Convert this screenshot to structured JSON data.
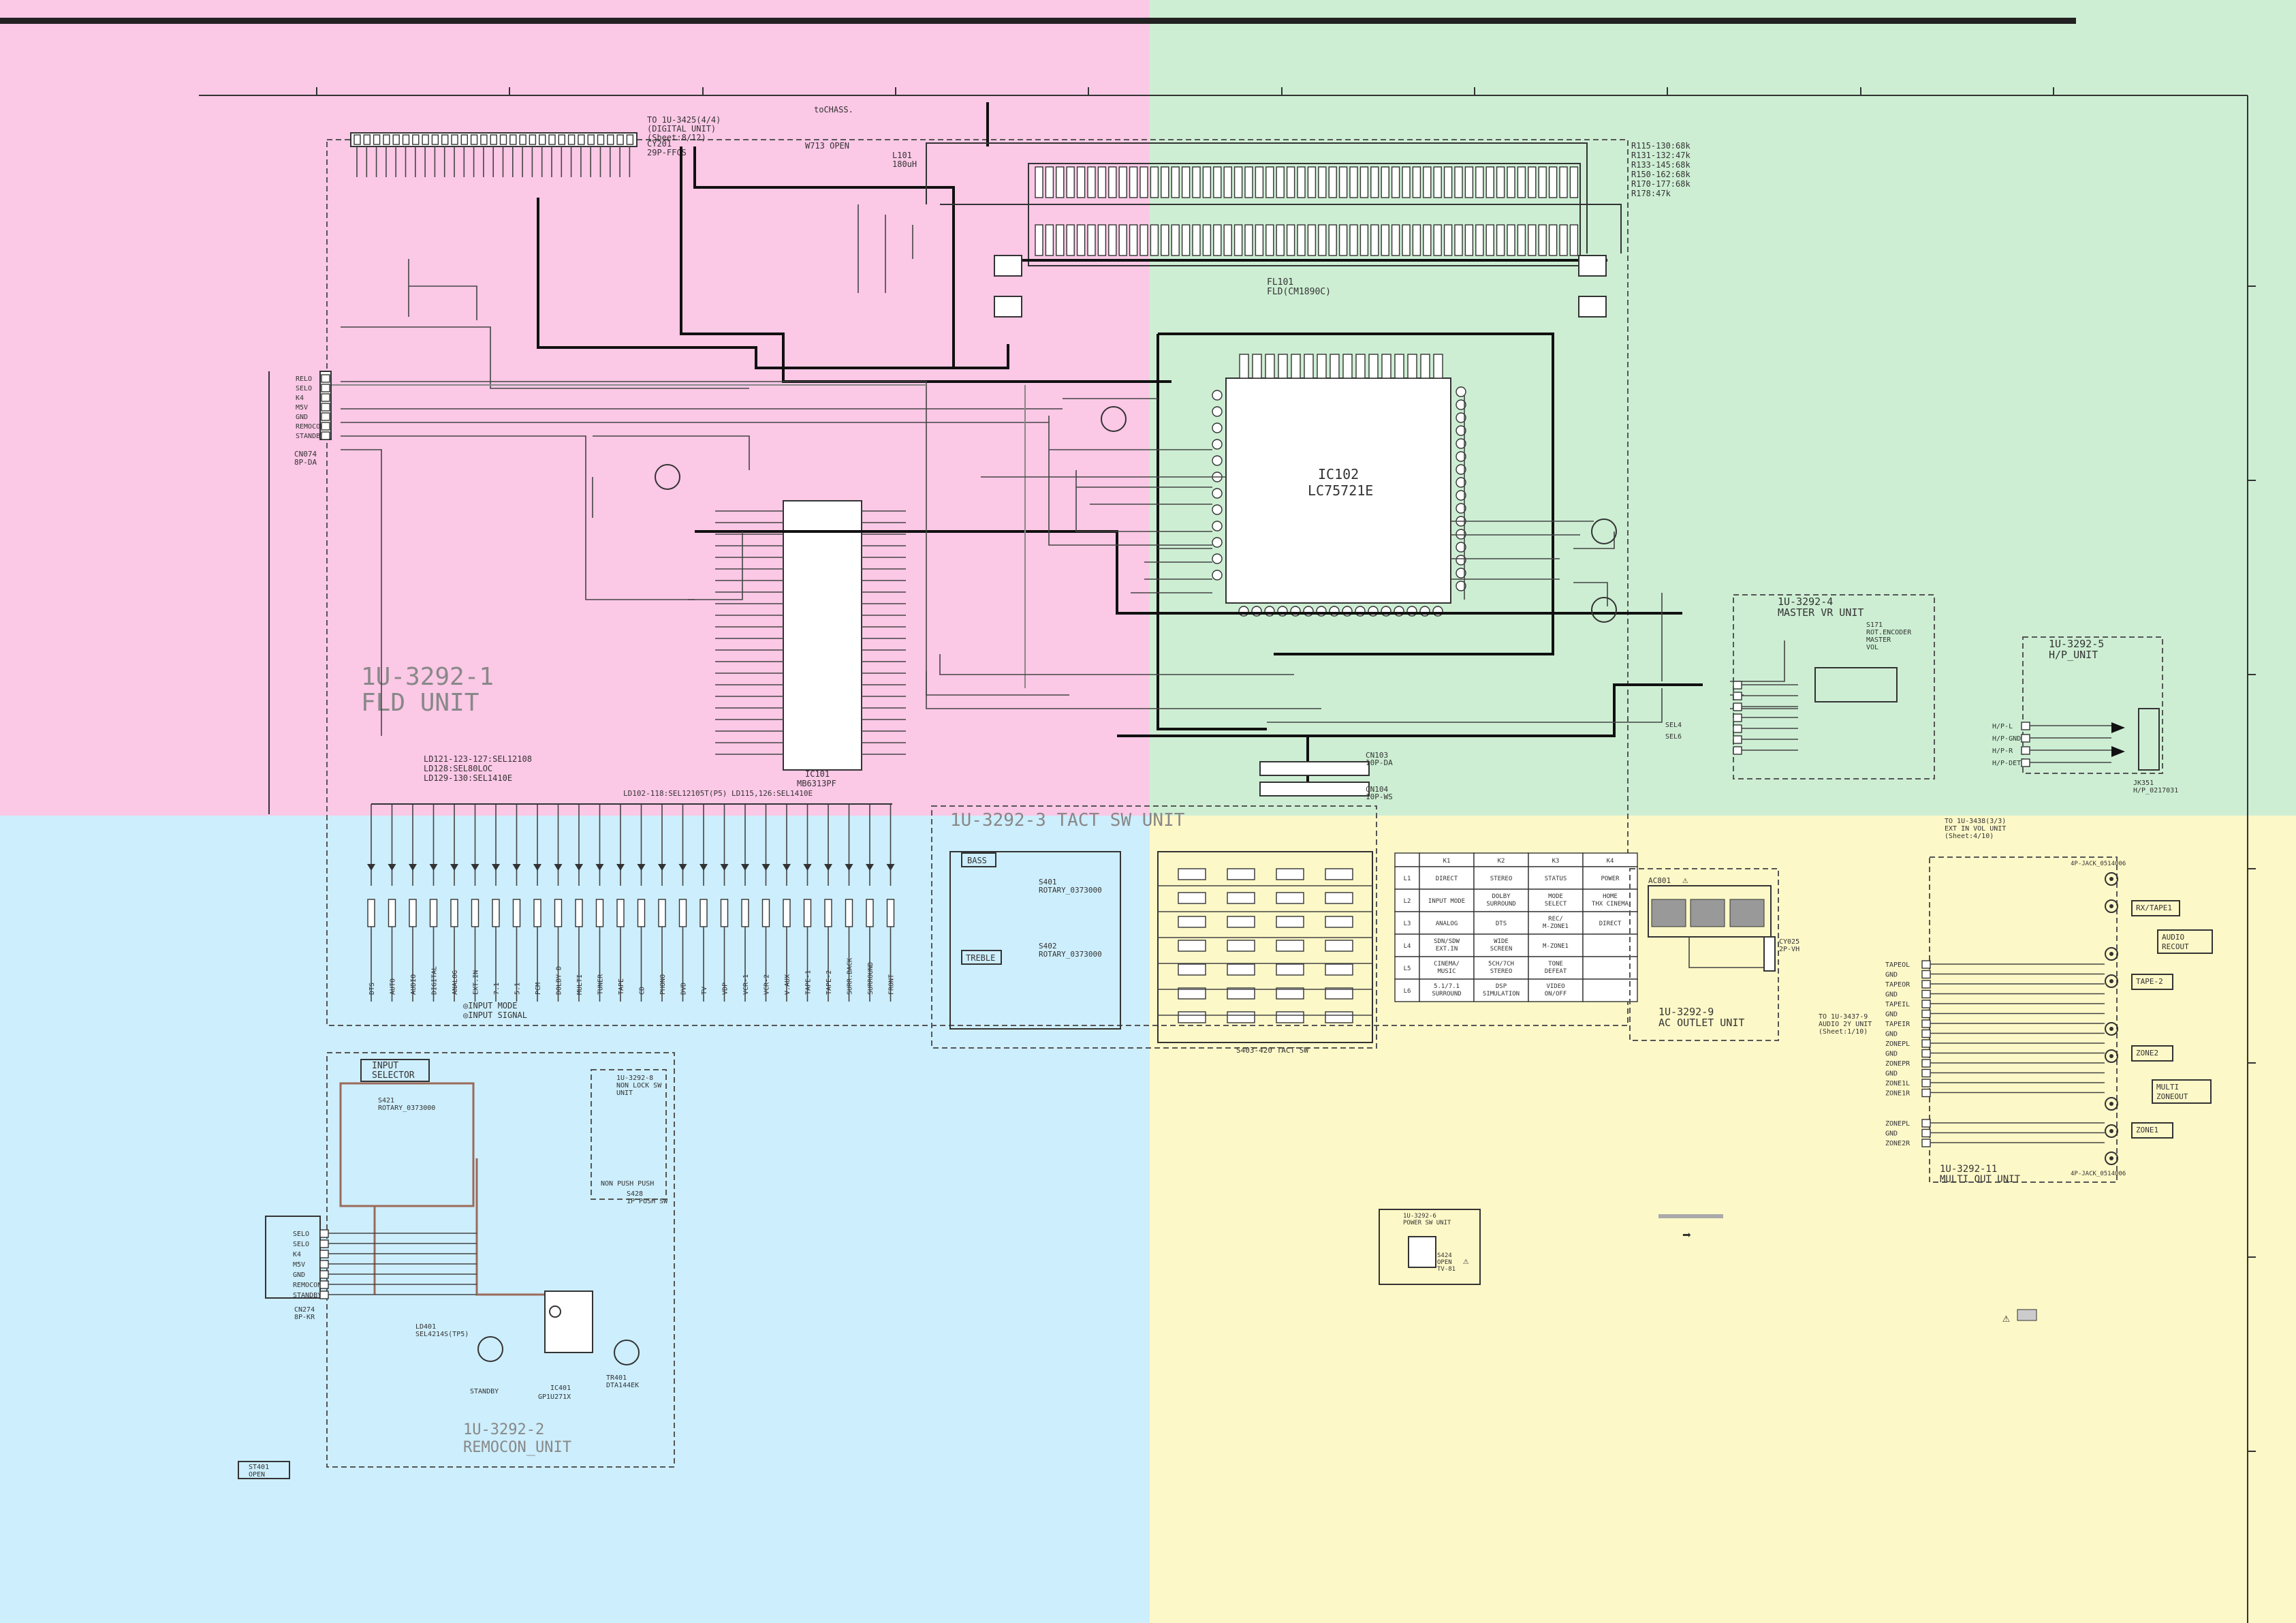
{
  "units": {
    "fld": "1U-3292-1\nFLD UNIT",
    "tact": "1U-3292-3  TACT SW UNIT",
    "remocon": "1U-3292-2\nREMOCON_UNIT",
    "master": "1U-3292-4\nMASTER VR UNIT",
    "hp": "1U-3292-5\nH/P_UNIT",
    "ac": "1U-3292-9\nAC OUTLET UNIT",
    "multi": "1U-3292-11\nMULTI OUT UNIT",
    "nonlock": "1U-3292-8\nNON LOCK SW\nUNIT",
    "powersw": "1U-3292-6\nPOWER SW UNIT"
  },
  "ics": {
    "ic102_name": "IC102",
    "ic102_part": "LC75721E",
    "fl101": "FL101",
    "fl101_part": "FLD(CM1890C)",
    "ic101": "IC101",
    "ic101_part": "MB6313PF",
    "ic401": "IC401",
    "ic401_part": "GP1U271X"
  },
  "notes": {
    "to_digital": "TO 1U-3425(4/4)\n(DIGITAL UNIT)\n(Sheet:8/12)",
    "cy201": "CY201\n29P-FFCS",
    "w713": "W713   OPEN",
    "to_chassis": "toCHASS.",
    "l101": "L101\n180uH",
    "res_list": "R115-130:68k\nR131-132:47k\nR133-145:68k\nR150-162:68k\nR170-177:68k\nR178:47k",
    "ld_note": "LD121-123-127:SEL12108\nLD128:SEL80LOC\nLD129-130:SEL1410E",
    "ld_note2": "LD102-118:SEL12105T(P5)    LD115,126:SEL1410E",
    "input_mode": "◎INPUT MODE\n◎INPUT SIGNAL",
    "input_selector": "INPUT\nSELECTOR",
    "bass": "BASS",
    "treble": "TREBLE",
    "s401": "S401\nROTARY_0373000",
    "s402": "S402\nROTARY_0373000",
    "tact_sw": "S403-420  TACT SW",
    "s421": "S421\nROTARY_0373000",
    "ld401": "LD401\nSEL4214S(TP5)",
    "standby": "STANDBY",
    "tr401": "TR401\nDTA144EK",
    "s428": "S428\n1P PUSH SW",
    "non_push": "NON PUSH    PUSH",
    "to_multi": "TO 1U-3437-9\nAUDIO 2Y UNIT\n(Sheet:1/10)",
    "to_hp": "TO 1U-3438(3/3)\nEXT IN VOL UNIT\n(Sheet:4/10)",
    "jk351": "JK351\nH/P_0217031",
    "s171": "S171\nROT.ENCODER\nMASTER\nVOL",
    "ac801": "AC801",
    "cy025": "CY025\n2P-VH",
    "s424": "S424\nOPEN\nTV-81",
    "jk321": "4P-JACK_0514006",
    "jk322": "4P-JACK_0514006",
    "cn074": "CN074\n8P-DA",
    "cn274": "CN274\n8P-KR",
    "cn103": "CN103\n10P-DA",
    "cn104": "CN104\n10P-WS",
    "st401": "ST401\nOPEN"
  },
  "connectors": {
    "cn074_pins": [
      "RELO",
      "SELO",
      "K4",
      "M5V",
      "GND",
      "REMOCON",
      "STANDBY"
    ],
    "cn274_pins": [
      "SELO",
      "SELO",
      "K4",
      "M5V",
      "GND",
      "REMOCON",
      "STANDBY"
    ],
    "multi_pins": [
      "TAPEOL",
      "GND",
      "TAPEOR",
      "GND",
      "TAPEIL",
      "GND",
      "TAPEIR",
      "GND",
      "ZONEPL",
      "GND",
      "ZONEPR",
      "GND",
      "ZONE1L",
      "ZONE1R"
    ],
    "multi_pins2": [
      "ZONEPL",
      "GND",
      "ZONE2R"
    ],
    "hp_pins": [
      "H/P-L",
      "H/P-GND",
      "H/P-R",
      "H/P-DET"
    ],
    "master_pins": [
      "SEL4",
      "SEL6"
    ]
  },
  "multi_labels": [
    "RX/TAPE1",
    "AUDIO\nRECOUT",
    "TAPE-2",
    "ZONE2",
    "MULTI\nZONEOUT",
    "ZONE1"
  ],
  "matrix": {
    "headers": [
      "",
      "K1",
      "K2",
      "K3",
      "K4"
    ],
    "rows": [
      [
        "L1",
        "DIRECT",
        "STEREO",
        "STATUS",
        "POWER"
      ],
      [
        "L2",
        "INPUT MODE",
        "DOLBY\nSURROUND",
        "MODE\nSELECT",
        "HOME\nTHX CINEMA"
      ],
      [
        "L3",
        "ANALOG",
        "DTS",
        "REC/\nM-ZONE1",
        "DIRECT"
      ],
      [
        "L4",
        "SDN/SDW\nEXT.IN",
        "WIDE\nSCREEN",
        "M-ZONE1",
        ""
      ],
      [
        "L5",
        "CINEMA/\nMUSIC",
        "5CH/7CH\nSTEREO",
        "TONE\nDEFEAT",
        ""
      ],
      [
        "L6",
        "5.1/7.1\nSURROUND",
        "DSP\nSIMULATION",
        "VIDEO\nON/OFF",
        ""
      ]
    ]
  },
  "ld_labels": [
    "DTS",
    "AUTO",
    "AUDIO",
    "DIGITAL",
    "ANALOG",
    "EXT.IN",
    "7.1",
    "5.1",
    "PCM",
    "DOLBY D",
    "MULTI",
    "TUNER",
    "TAPE",
    "CD",
    "PHONO",
    "DVD",
    "TV",
    "VDP",
    "VCR-1",
    "VCR-2",
    "V.AUX",
    "TAPE-1",
    "TAPE-2",
    "SURR.BACK",
    "SURROUND",
    "FRONT"
  ],
  "legend": {
    "arrow_text": ""
  }
}
